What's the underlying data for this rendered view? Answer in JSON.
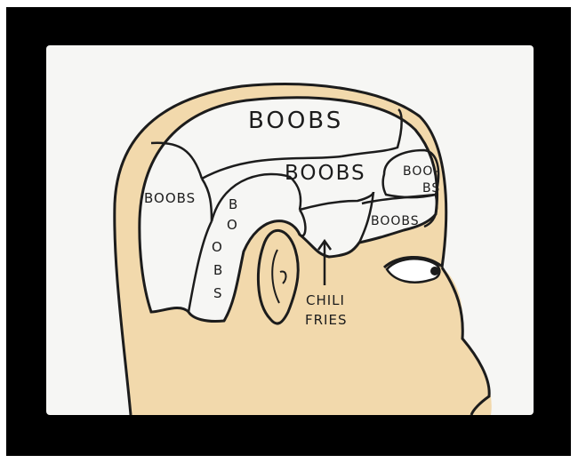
{
  "drawing": {
    "labels": {
      "top": "BOOBS",
      "middle": "BOOBS",
      "left": "BOOBS",
      "vertical_b1": "B",
      "vertical_o1": "O",
      "vertical_o2": "O",
      "vertical_b2": "B",
      "vertical_s": "S",
      "right_upper_line1": "BOO-",
      "right_upper_line2": "BS",
      "right_lower": "BOOBS",
      "chili_line1": "CHILI",
      "chili_line2": "FRIES"
    }
  },
  "colors": {
    "frame": "#000000",
    "paper": "#f6f6f4",
    "skin": "#f2d9ac",
    "ink": "#1c1c1c"
  }
}
